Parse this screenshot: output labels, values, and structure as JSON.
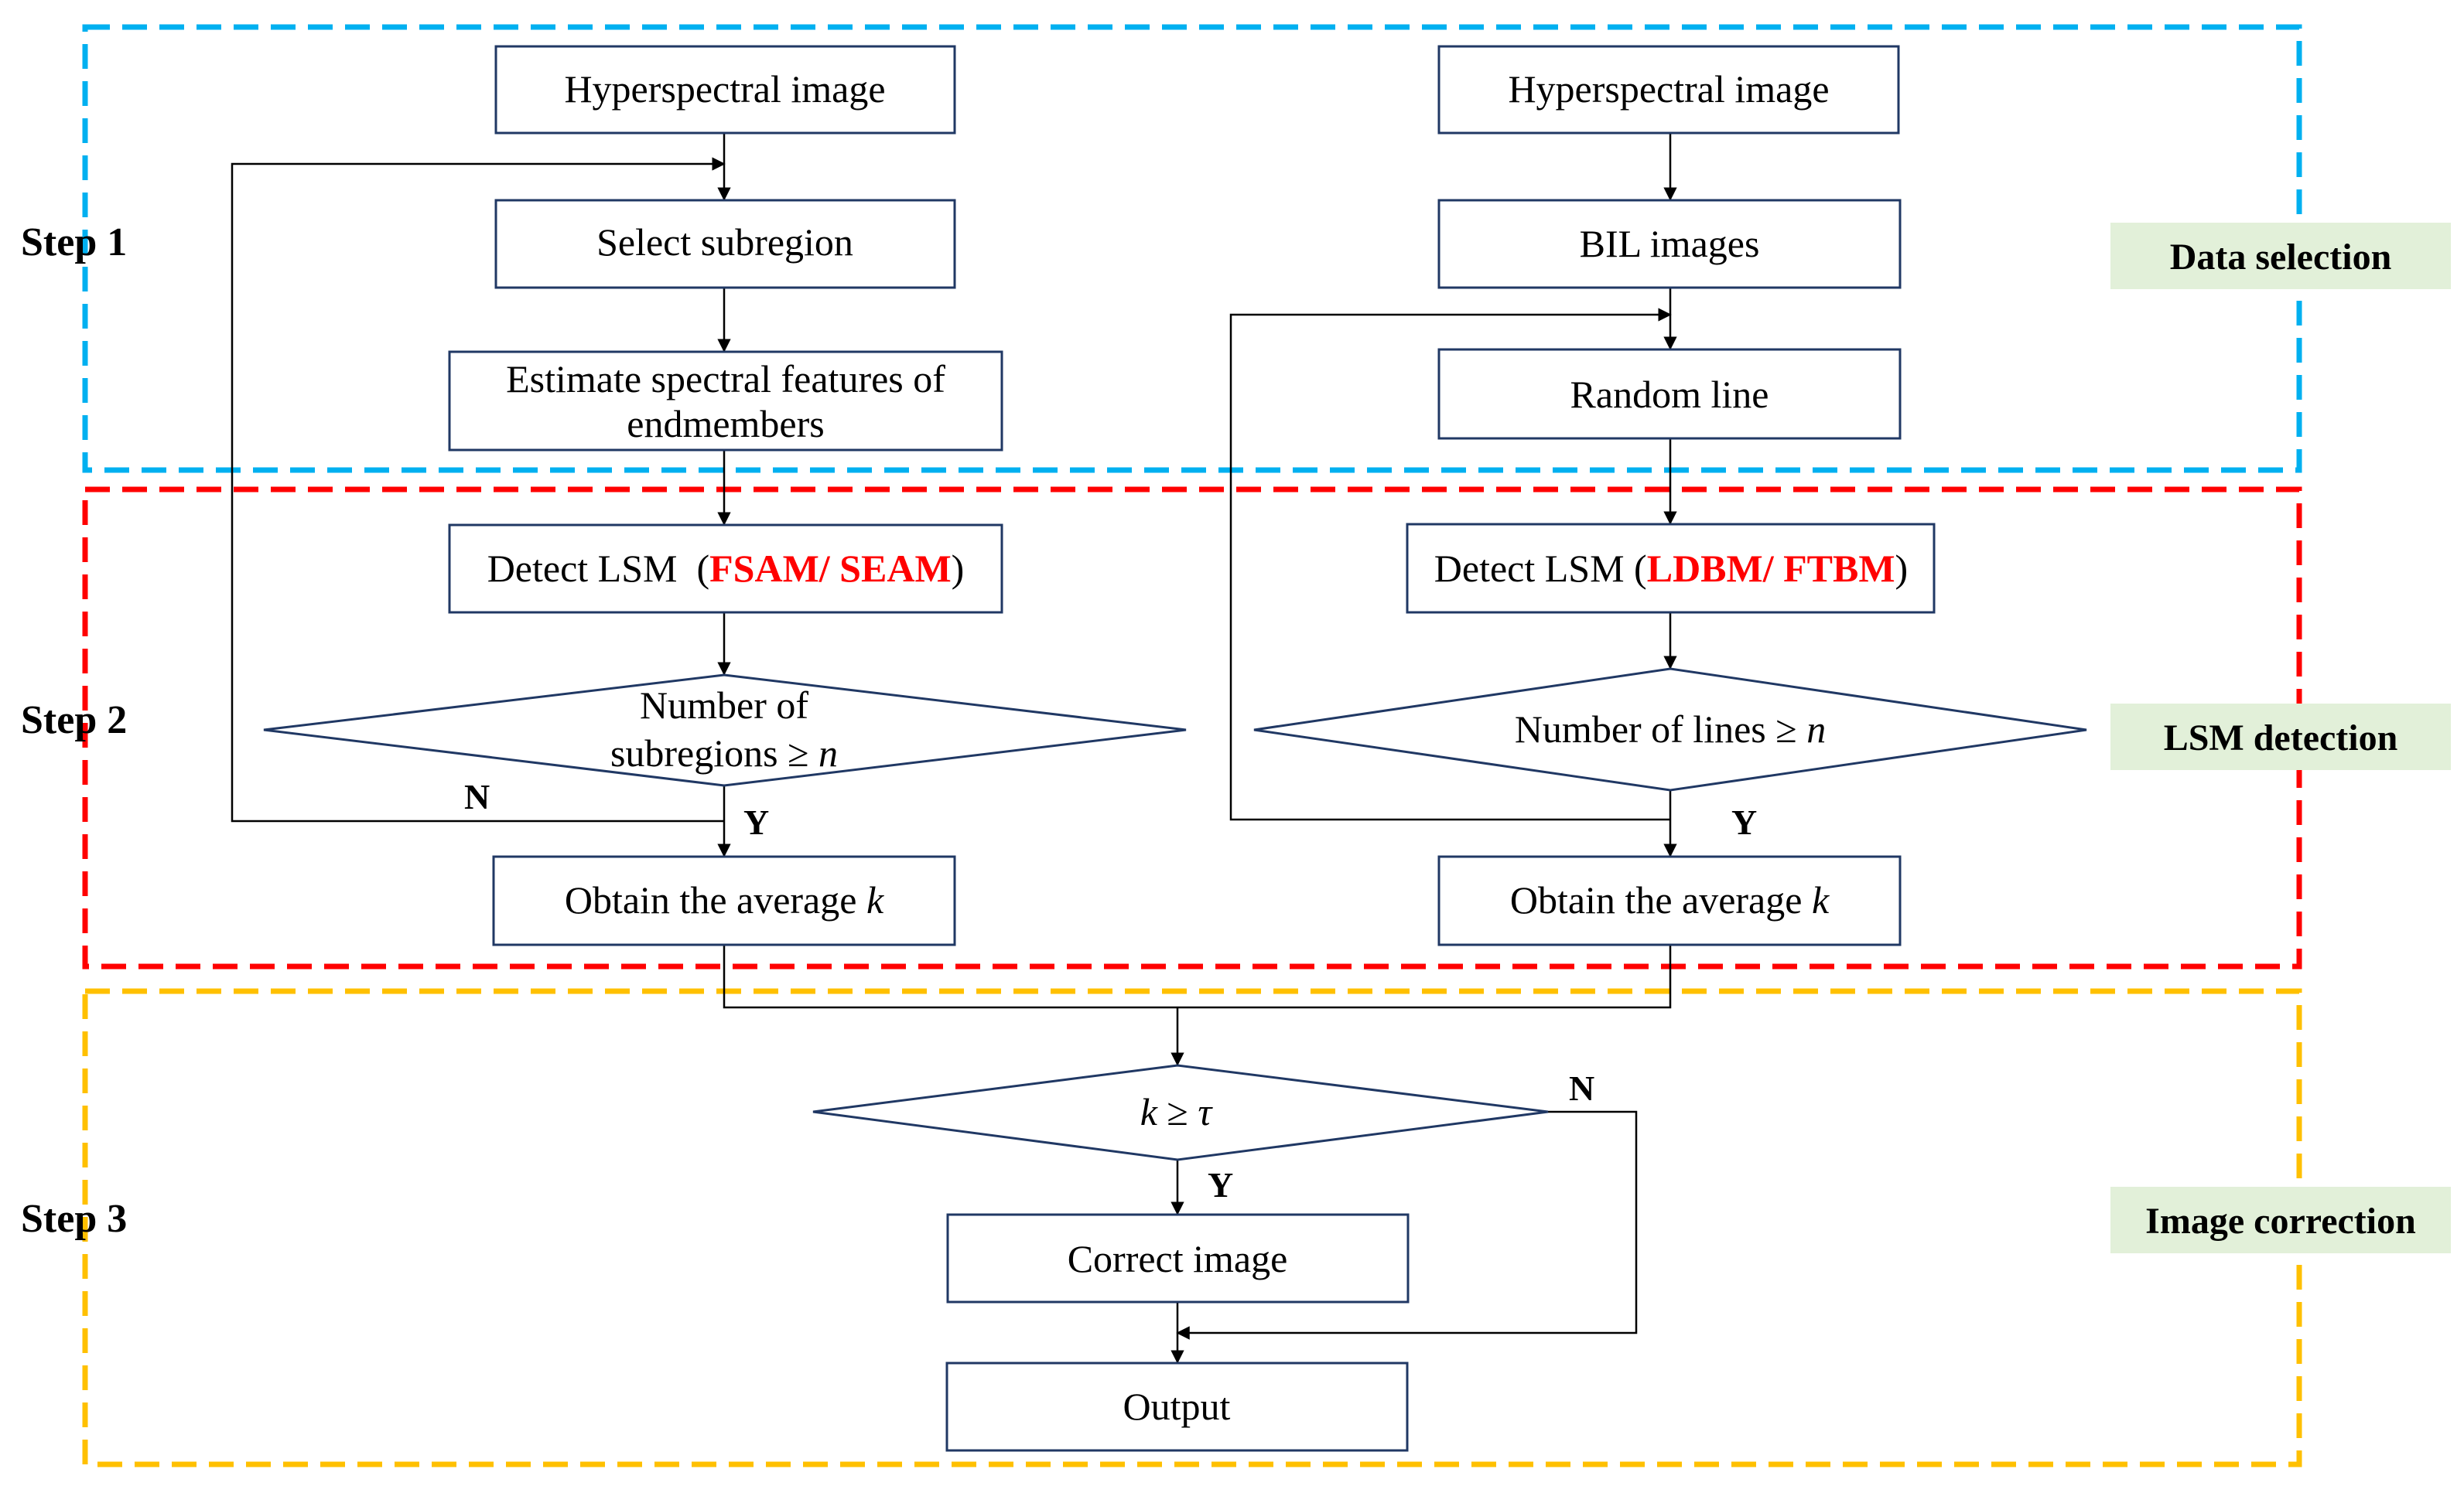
{
  "colors": {
    "step1_border": "#00B0F0",
    "step2_border": "#FF0000",
    "step3_border": "#FFC000",
    "phase_label_bg": "#E2F0D9",
    "highlight_text": "#FF0000",
    "box_border": "#203864"
  },
  "steps": [
    "Step 1",
    "Step 2",
    "Step 3"
  ],
  "phases": [
    "Data selection",
    "LSM detection",
    "Image correction"
  ],
  "left_flow": {
    "hyperspectral": "Hyperspectral image",
    "select_subregion": "Select subregion",
    "estimate_line1": "Estimate spectral features of",
    "estimate_line2": "endmembers",
    "detect_prefix": "Detect LSM  (",
    "detect_methods": "FSAM/ SEAM",
    "detect_suffix": ")",
    "decision_line1": "Number of",
    "decision_line2_prefix": "subregions ≥ ",
    "decision_var": "n",
    "average_prefix": "Obtain the average ",
    "average_var": "k",
    "no_label": "N",
    "yes_label": "Y"
  },
  "right_flow": {
    "hyperspectral": "Hyperspectral image",
    "bil_images": "BIL images",
    "random_line": "Random line",
    "detect_prefix": "Detect LSM (",
    "detect_methods": "LDBM/ FTBM",
    "detect_suffix": ")",
    "decision_prefix": "Number of lines ≥ ",
    "decision_var": "n",
    "average_prefix": "Obtain the average ",
    "average_var": "k",
    "yes_label": "Y"
  },
  "final_flow": {
    "decision_k": "k",
    "decision_op": " ≥ ",
    "decision_tau": "τ",
    "no_label": "N",
    "yes_label": "Y",
    "correct_image": "Correct image",
    "output": "Output"
  }
}
